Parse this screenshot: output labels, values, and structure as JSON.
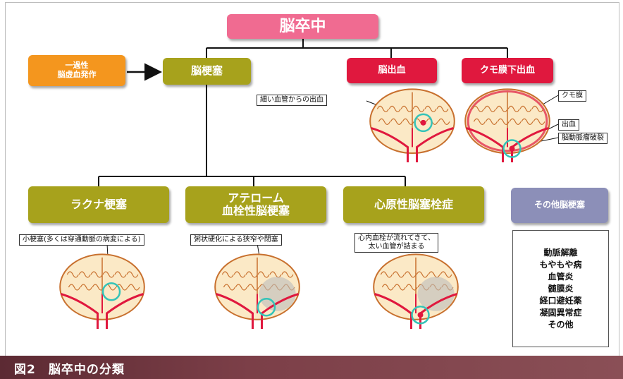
{
  "nodes": {
    "top": "脳卒中",
    "tia": "一過性\n脳虚血発作",
    "infarction": "脳梗塞",
    "hemorrhage": "脳出血",
    "sah": "クモ膜下出血",
    "lacunar": "ラクナ梗塞",
    "atherothrombotic": "アテローム\n血栓性脳梗塞",
    "cardioembolic": "心原性脳塞栓症",
    "other": "その他脳梗塞"
  },
  "callouts": {
    "hemorrhage": "細い血管からの出血",
    "sah_membrane": "クモ膜",
    "sah_bleed": "出血",
    "sah_aneurysm": "脳動脈瘤破裂",
    "lacunar": "小梗塞(多くは穿通動脈の病変による)",
    "athero": "粥状硬化による狭窄や閉塞",
    "cardio": "心内血栓が流れてきて、\n太い血管が詰まる"
  },
  "other_list": [
    "動脈解離",
    "もやもや病",
    "血管炎",
    "髄膜炎",
    "経口避妊薬",
    "凝固異常症",
    "その他"
  ],
  "footer": {
    "title": "図2　脳卒中の分類"
  },
  "colors": {
    "pink": "#f06b91",
    "red": "#e0183e",
    "orange": "#f4961e",
    "olive": "#a7a21c",
    "purple": "#8c8fb8",
    "highlight_ring": "#34c3b8"
  }
}
